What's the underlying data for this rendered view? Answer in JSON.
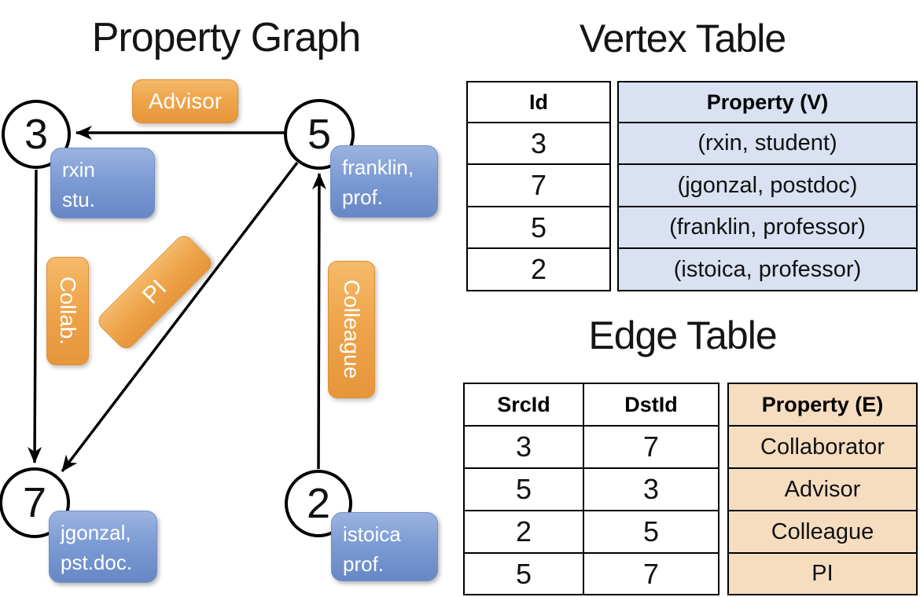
{
  "graph": {
    "title": "Property Graph",
    "nodes": {
      "n3": {
        "id": "3",
        "line1": "rxin",
        "line2": "stu."
      },
      "n5": {
        "id": "5",
        "line1": "franklin,",
        "line2": "prof."
      },
      "n7": {
        "id": "7",
        "line1": "jgonzal,",
        "line2": "pst.doc."
      },
      "n2": {
        "id": "2",
        "line1": "istoica",
        "line2": "prof."
      }
    },
    "edge_labels": {
      "advisor": "Advisor",
      "collab": "Collab.",
      "pi": "PI",
      "colleague": "Colleague"
    }
  },
  "vertex_table": {
    "title": "Vertex Table",
    "col_id": "Id",
    "col_property": "Property (V)",
    "rows": [
      {
        "id": "3",
        "property": "(rxin, student)"
      },
      {
        "id": "7",
        "property": "(jgonzal, postdoc)"
      },
      {
        "id": "5",
        "property": "(franklin, professor)"
      },
      {
        "id": "2",
        "property": "(istoica, professor)"
      }
    ]
  },
  "edge_table": {
    "title": "Edge Table",
    "col_src": "SrcId",
    "col_dst": "DstId",
    "col_property": "Property (E)",
    "rows": [
      {
        "src": "3",
        "dst": "7",
        "property": "Collaborator"
      },
      {
        "src": "5",
        "dst": "3",
        "property": "Advisor"
      },
      {
        "src": "2",
        "dst": "5",
        "property": "Colleague"
      },
      {
        "src": "5",
        "dst": "7",
        "property": "PI"
      }
    ]
  },
  "colors": {
    "edge_label_fill": "#EFA54B",
    "node_property_fill": "#7D9CD4",
    "vertex_table_fill": "#D9E1F2",
    "edge_table_fill": "#F6DDC0",
    "line_color": "#000000"
  }
}
